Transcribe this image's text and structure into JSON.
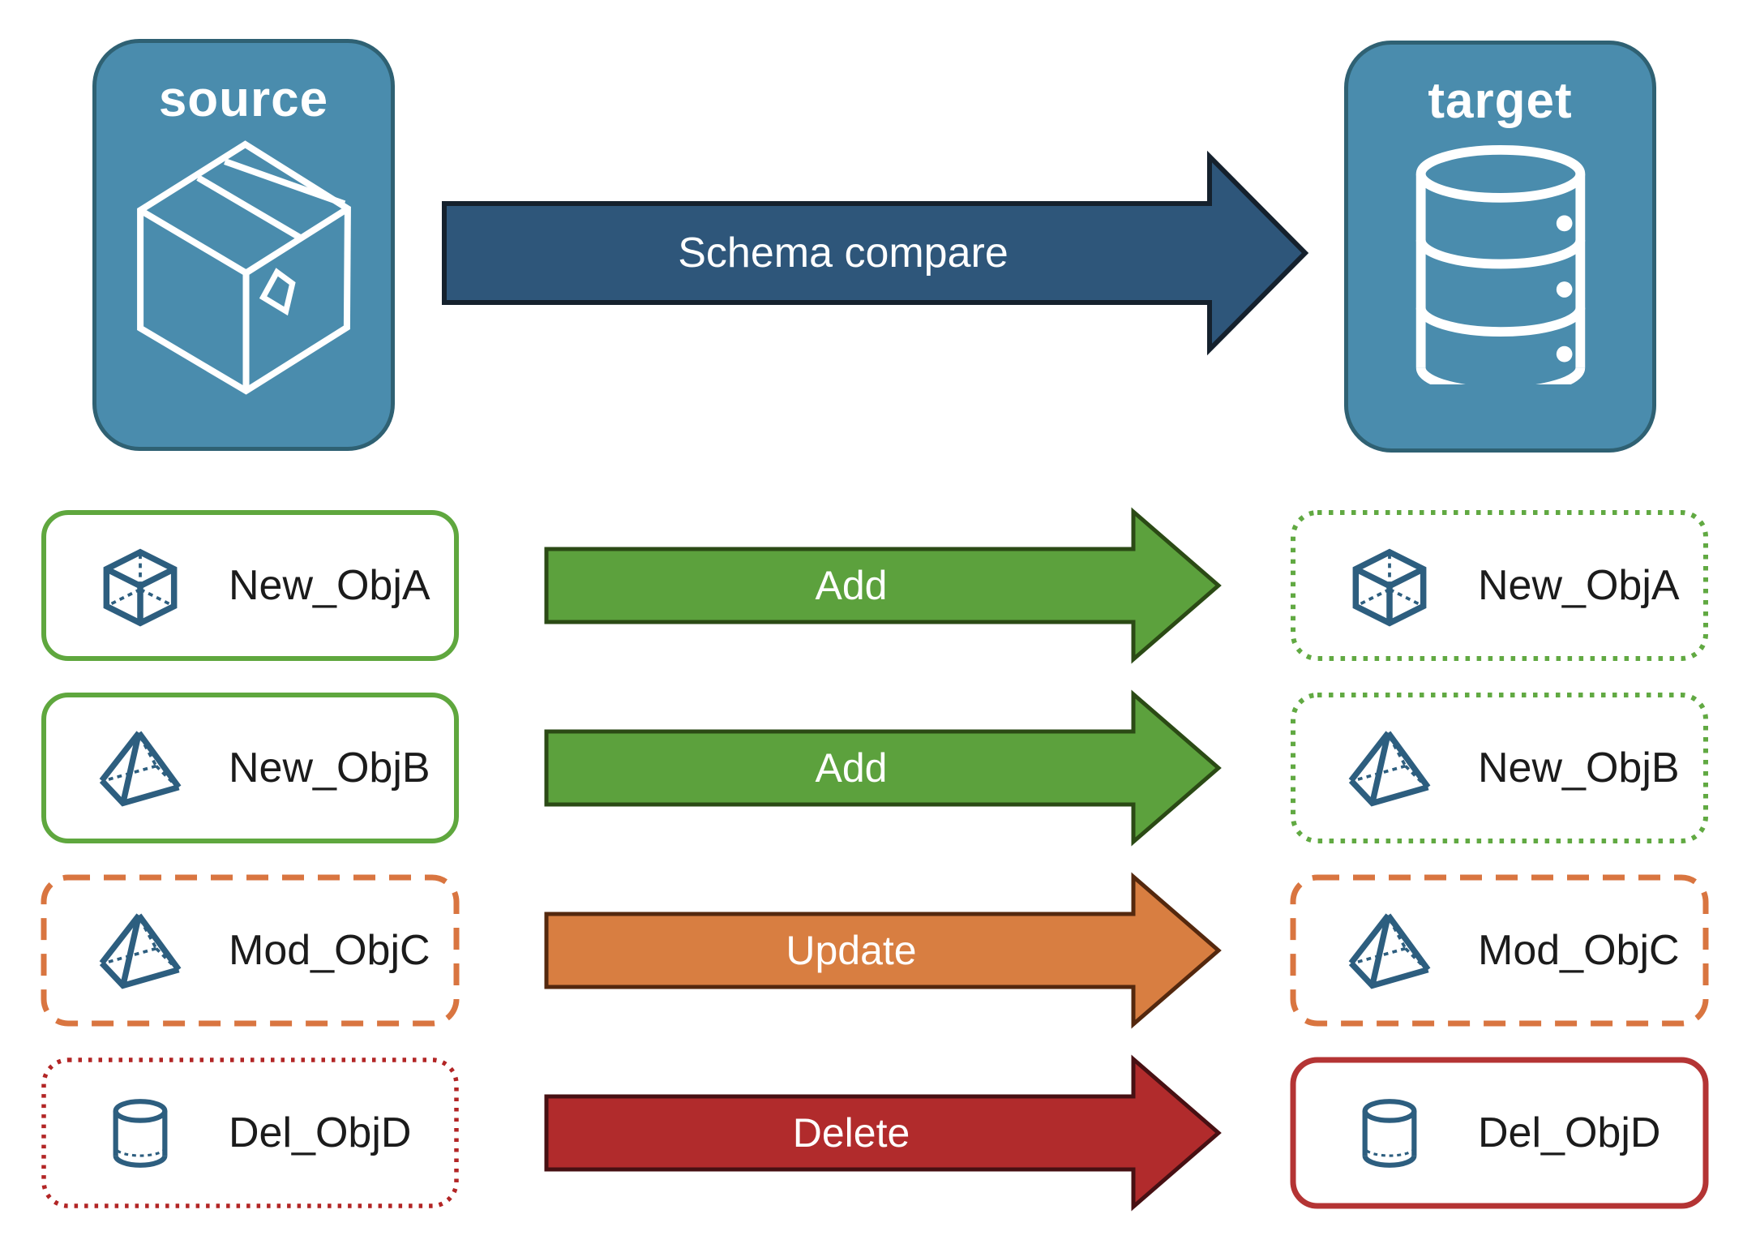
{
  "colors": {
    "background": "#FFFFFF",
    "endpoint_fill": "#4A8CAD",
    "endpoint_border": "#2F6173",
    "icon_stroke": "#2D5E7F",
    "schema_fill": "#2E567A",
    "schema_stroke": "#15212D",
    "add_fill": "#5CA13D",
    "add_stroke": "#2B4A15",
    "update_fill": "#D87E41",
    "update_stroke": "#54280E",
    "delete_fill": "#B12B2C",
    "delete_stroke": "#471013",
    "green_solid": "#5FA73E",
    "green_dotted": "#61A942",
    "orange_dashed": "#D97540",
    "red_dotted": "#B22525",
    "red_solid": "#B43434",
    "label_text": "#1B1B1B"
  },
  "endpoints": {
    "source_label": "source",
    "source_icon": "package-box-icon",
    "target_label": "target",
    "target_icon": "database-icon"
  },
  "flow": {
    "label": "Schema compare"
  },
  "rows": [
    {
      "label": "New_ObjA",
      "action": "Add",
      "icon": "cube-3d-icon",
      "source_style": "solid-green",
      "target_style": "dotted-green"
    },
    {
      "label": "New_ObjB",
      "action": "Add",
      "icon": "pyramid-3d-icon",
      "source_style": "solid-green",
      "target_style": "dotted-green"
    },
    {
      "label": "Mod_ObjC",
      "action": "Update",
      "icon": "pyramid-3d-icon",
      "source_style": "dashed-orange",
      "target_style": "dashed-orange"
    },
    {
      "label": "Del_ObjD",
      "action": "Delete",
      "icon": "cylinder-3d-icon",
      "source_style": "dotted-red",
      "target_style": "solid-red"
    }
  ]
}
